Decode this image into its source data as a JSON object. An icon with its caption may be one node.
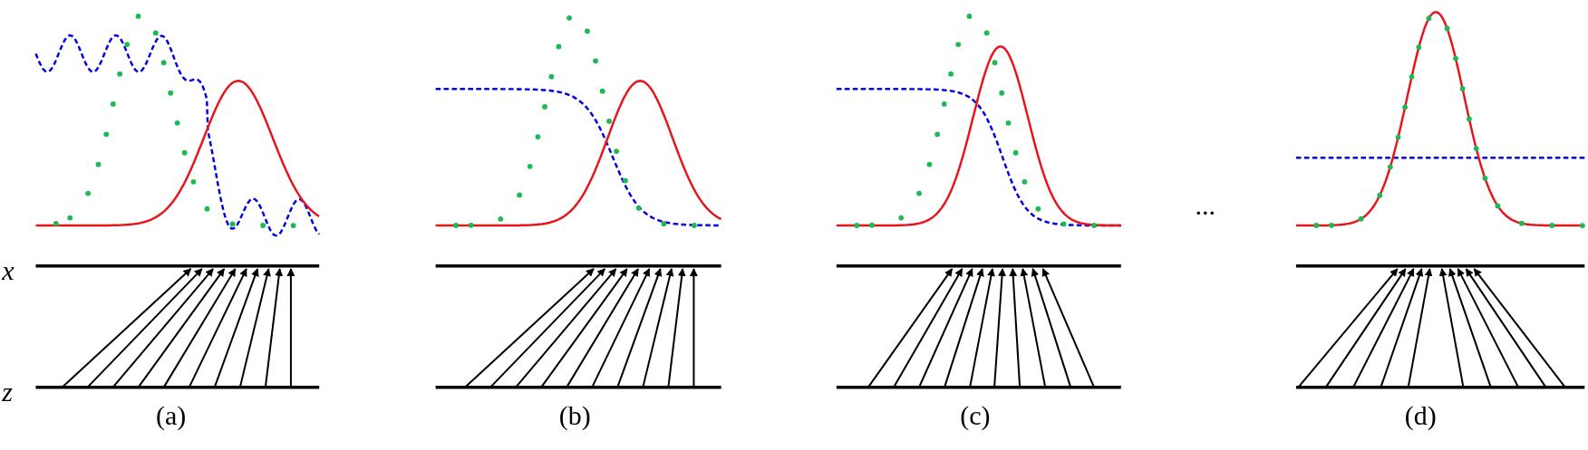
{
  "diagram": {
    "labels": [
      "x",
      "z",
      "(a)",
      "(b)",
      "(c)",
      "(d)",
      "..."
    ]
  }
}
